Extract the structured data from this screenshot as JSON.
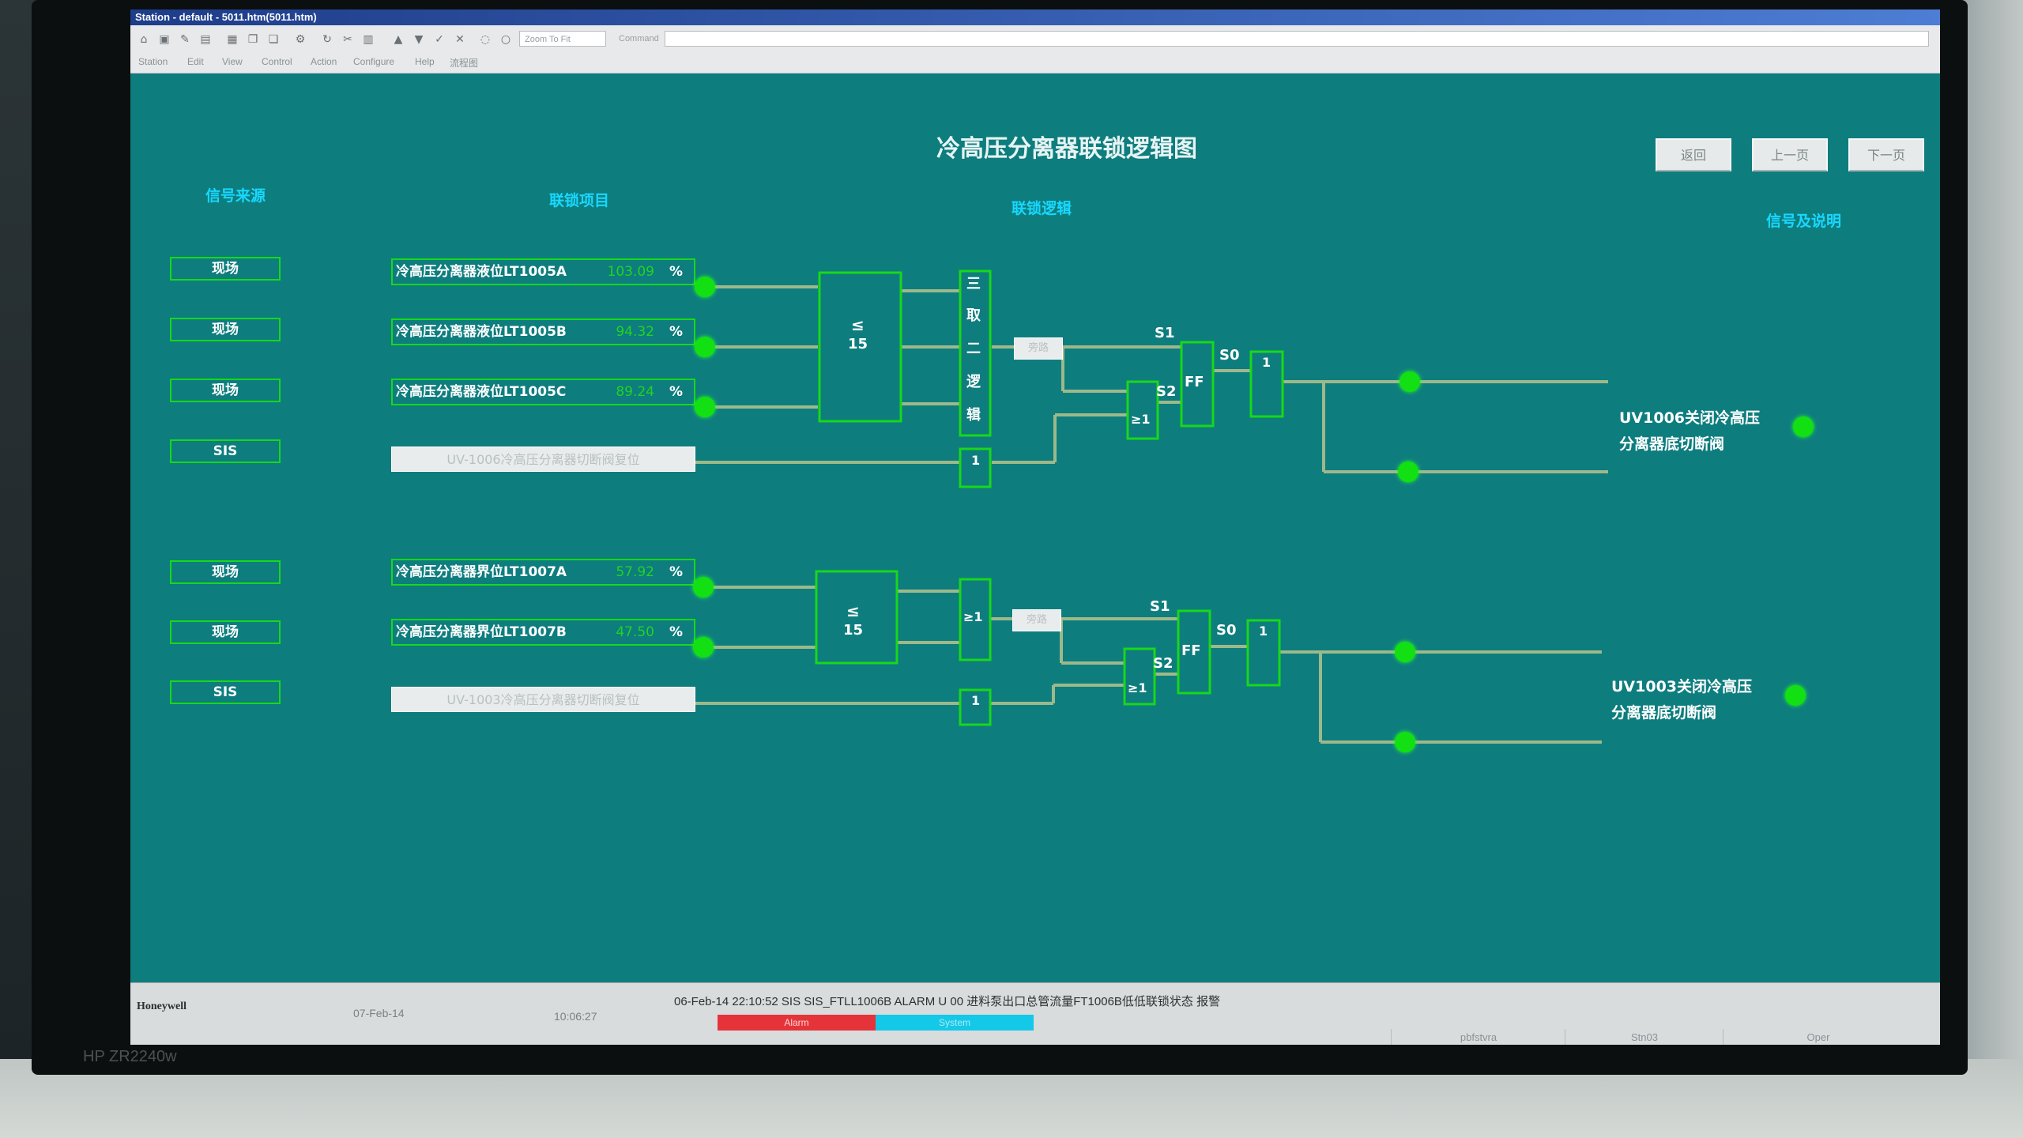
{
  "window": {
    "title": "Station - default - 5011.htm(5011.htm)"
  },
  "toolbar": {
    "zoom_placeholder": "Zoom To Fit",
    "command_label": "Command"
  },
  "menu": [
    "Station",
    "Edit",
    "View",
    "Control",
    "Action",
    "Configure",
    "Help",
    "流程图"
  ],
  "page": {
    "title": "冷高压分离器联锁逻辑图",
    "nav": {
      "back": "返回",
      "prev": "上一页",
      "next": "下一页"
    },
    "headers": {
      "source": "信号来源",
      "item": "联锁项目",
      "logic": "联锁逻辑",
      "output": "信号及说明"
    }
  },
  "group1": {
    "sources": [
      "现场",
      "现场",
      "现场",
      "SIS"
    ],
    "signals": [
      {
        "name": "冷高压分离器液位LT1005A",
        "value": "103.09",
        "unit": "%"
      },
      {
        "name": "冷高压分离器液位LT1005B",
        "value": "94.32",
        "unit": "%"
      },
      {
        "name": "冷高压分离器液位LT1005C",
        "value": "89.24",
        "unit": "%"
      }
    ],
    "reset": "UV-1006冷高压分离器切断阀复位",
    "vote_top": "≤",
    "vote_bottom": "15",
    "two_of_three": [
      "三",
      "取",
      "二",
      "逻",
      "辑"
    ],
    "bypass": "旁路",
    "or_gate": "≥1",
    "not_gate": "1",
    "ff": "FF",
    "s1": "S1",
    "s2": "S2",
    "s0": "S0",
    "output": [
      "UV1006关闭冷高压",
      "分离器底切断阀"
    ]
  },
  "group2": {
    "sources": [
      "现场",
      "现场",
      "SIS"
    ],
    "signals": [
      {
        "name": "冷高压分离器界位LT1007A",
        "value": "57.92",
        "unit": "%"
      },
      {
        "name": "冷高压分离器界位LT1007B",
        "value": "47.50",
        "unit": "%"
      }
    ],
    "reset": "UV-1003冷高压分离器切断阀复位",
    "vote_top": "≤",
    "vote_bottom": "15",
    "or_gate_in": "≥1",
    "bypass": "旁路",
    "or_gate": "≥1",
    "not_gate": "1",
    "ff": "FF",
    "s1": "S1",
    "s2": "S2",
    "s0": "S0",
    "output": [
      "UV1003关闭冷高压",
      "分离器底切断阀"
    ]
  },
  "statusbar": {
    "brand": "Honeywell",
    "date": "07-Feb-14",
    "time": "10:06:27",
    "alarm_line": "06-Feb-14  22:10:52  SIS  SIS_FTLL1006B  ALARM  U 00 进料泵出口总管流量FT1006B低低联锁状态  报警",
    "alarm_chip": "Alarm",
    "system_chip": "System",
    "cells": [
      "pbfstvra",
      "Stn03",
      "Oper"
    ]
  },
  "colors": {
    "display_bg": "#0e7d7e",
    "line": "#9db98a",
    "gate": "#18d81a",
    "indicator": "#12e012",
    "header": "#18d8ff"
  }
}
